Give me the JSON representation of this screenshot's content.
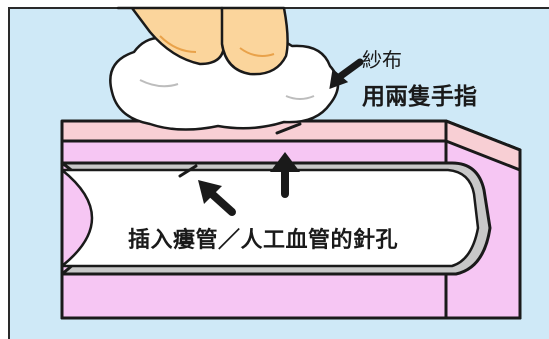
{
  "labels": {
    "gauze": "紗布",
    "two_fingers": "用兩隻手指",
    "insertion": "插入瘻管／人工血管的針孔"
  },
  "colors": {
    "background": "#cfe9f7",
    "frame": "#2a2a2a",
    "skin": "#f8cfd4",
    "tissue": "#f6c6f3",
    "vessel_lumen": "#ffffff",
    "vessel_wall_edge": "#c8c8c8",
    "finger": "#fbd59c",
    "gauze": "#ffffff",
    "ink": "#1a1a1a"
  },
  "icons": [
    "arrow-to-gauze",
    "arrow-to-needle-hole-diagonal",
    "arrow-to-needle-hole-vertical"
  ]
}
